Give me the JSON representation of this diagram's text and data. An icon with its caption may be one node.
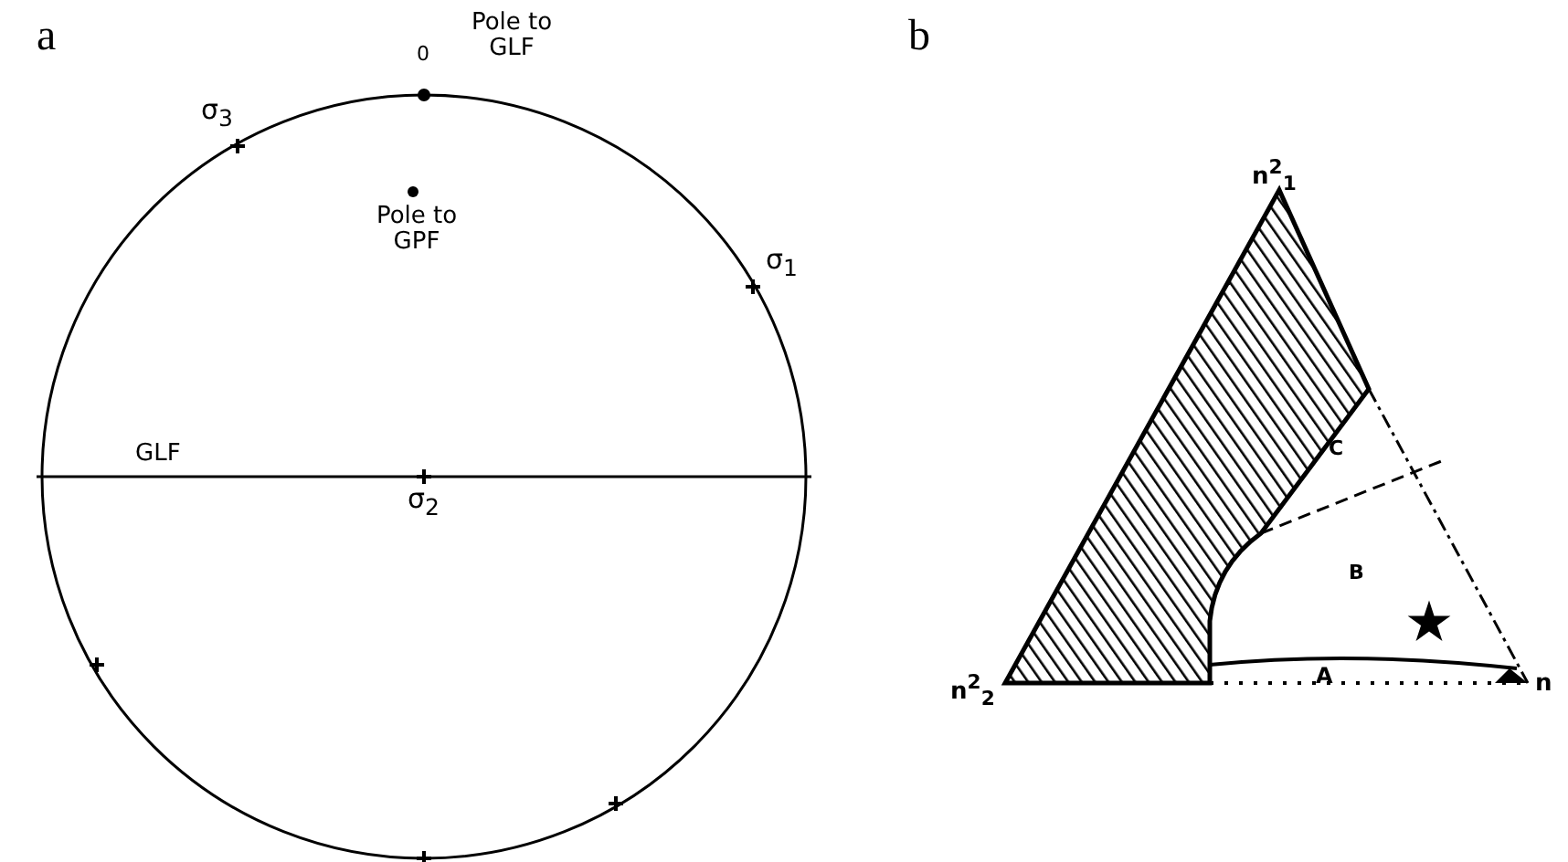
{
  "diagram": {
    "labels": [
      "a",
      "Pole to GLF",
      "0",
      "σ$_{3}$",
      "Pole to GPF",
      "σ$_{1}$",
      "GLF",
      "σ$_{2}$",
      "b",
      "n$^{2}$$_{1}$",
      "C",
      "B",
      "n$^{2}$$_{2}$",
      "A",
      "n"
    ]
  }
}
